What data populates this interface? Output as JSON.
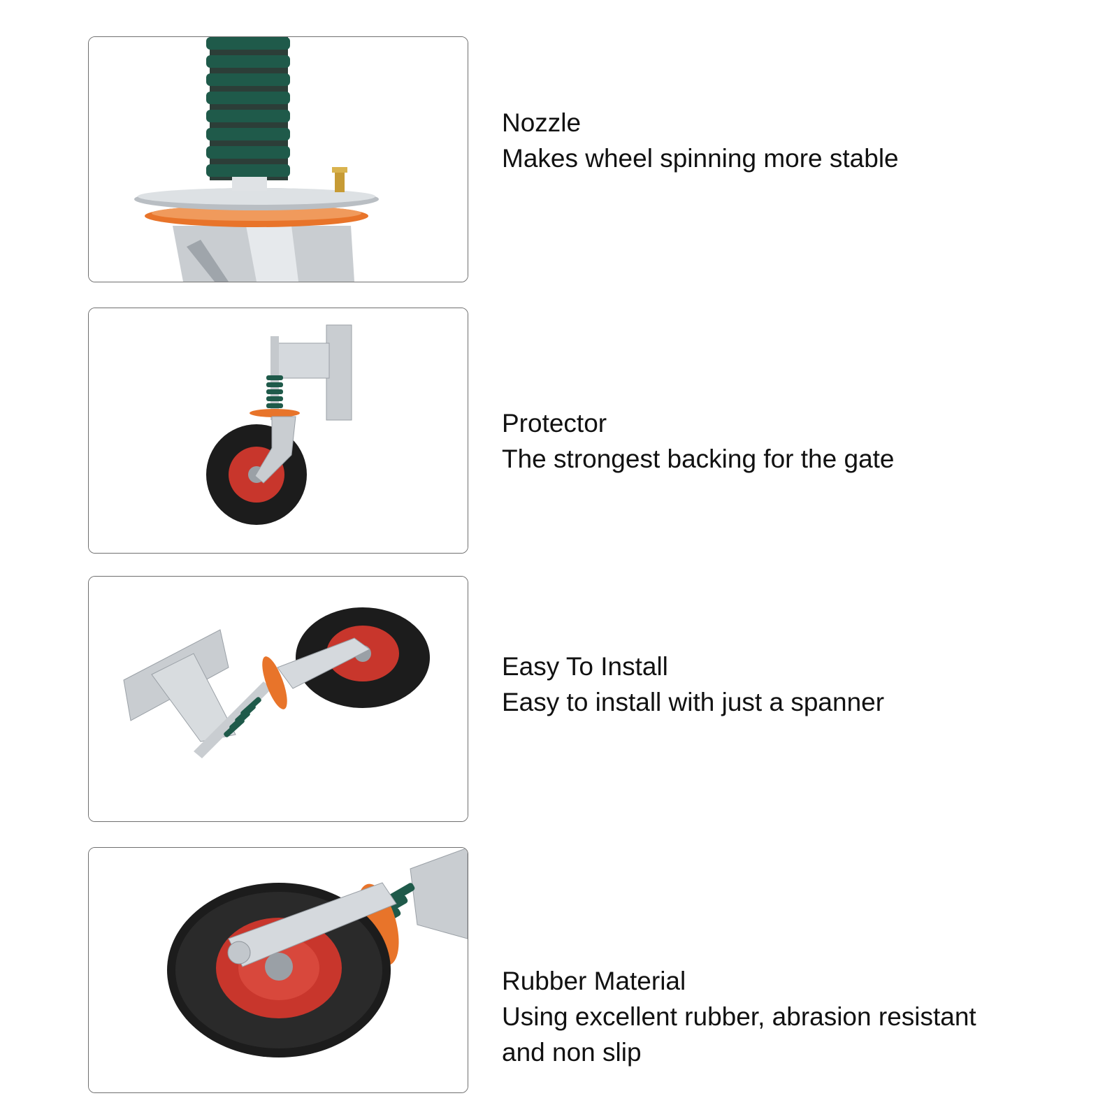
{
  "features": [
    {
      "title": "Nozzle",
      "description": [
        "Makes wheel spinning more stable"
      ],
      "image_icon": "spring-swivel-plate-closeup"
    },
    {
      "title": "Protector",
      "description": [
        "The strongest backing for the gate"
      ],
      "image_icon": "gate-wheel-with-bracket"
    },
    {
      "title": "Easy To Install",
      "description": [
        "Easy to install with just a spanner"
      ],
      "image_icon": "gate-wheel-side-view"
    },
    {
      "title": "Rubber Material",
      "description": [
        "Using excellent rubber, abrasion resistant",
        "and non slip"
      ],
      "image_icon": "rubber-tire-closeup"
    }
  ],
  "colors": {
    "spring": "#1f5a4a",
    "ring": "#e8742a",
    "rim": "#c8362c",
    "tire": "#1c1c1c",
    "steel": "#c9cdd1"
  }
}
